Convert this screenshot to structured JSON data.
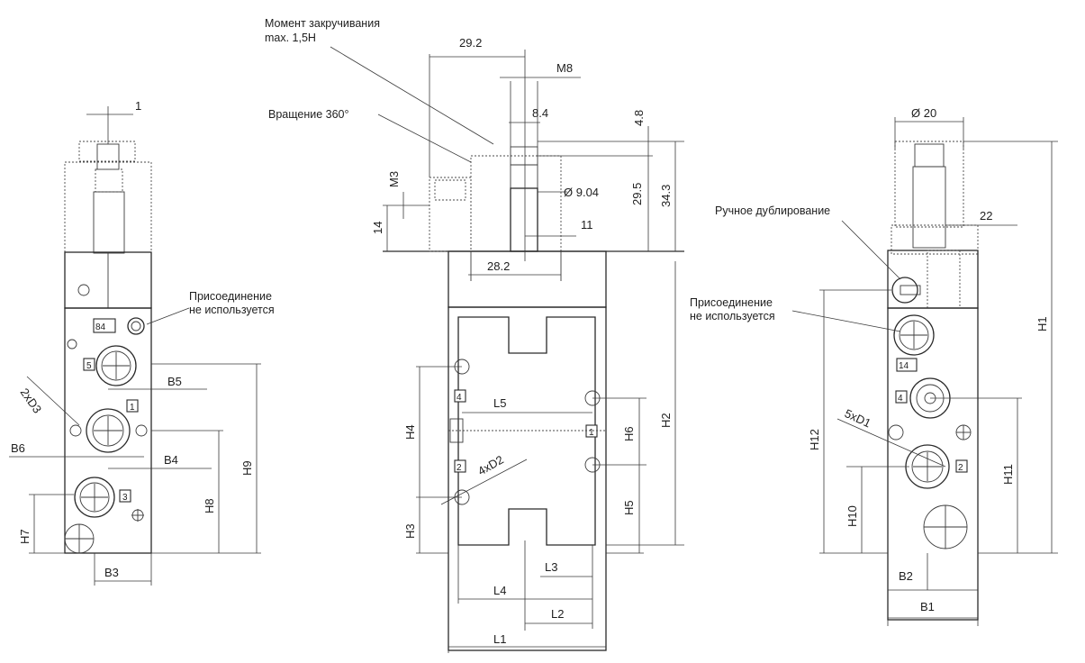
{
  "annotations": {
    "torque_line1": "Момент закручивания",
    "torque_line2": "max. 1,5Н",
    "rotation": "Вращение 360°",
    "manual_override": "Ручное дублирование",
    "port_unused_left_1": "Присоединение",
    "port_unused_left_2": "не используется",
    "port_unused_right_1": "Присоединение",
    "port_unused_right_2": "не используется"
  },
  "dimensions": {
    "d29_2": "29.2",
    "m8": "M8",
    "d8_4": "8.4",
    "d4_8": "4.8",
    "m3": "M3",
    "phi9_04": "Ø 9.04",
    "d29_5": "29.5",
    "d34_3": "34.3",
    "d14": "14",
    "d11": "11",
    "d28_2": "28.2",
    "one": "1",
    "phi20": "Ø 20",
    "d22": "22"
  },
  "labels": {
    "b5": "B5",
    "b6": "B6",
    "b4": "B4",
    "b3": "B3",
    "h7": "H7",
    "h8": "H8",
    "h9": "H9",
    "two_x_d3": "2xD3",
    "h4": "H4",
    "l5": "L5",
    "h6": "H6",
    "h2": "H2",
    "four_x_d2": "4xD2",
    "h5": "H5",
    "h3": "H3",
    "l3": "L3",
    "l4": "L4",
    "l2": "L2",
    "l1": "L1",
    "h1": "H1",
    "h12": "H12",
    "h11": "H11",
    "five_x_d1": "5xD1",
    "h10": "H10",
    "b2": "B2",
    "b1": "B1"
  },
  "ports": {
    "p84": "84",
    "p5": "5",
    "p1": "1",
    "p3": "3",
    "p4": "4",
    "p2": "2",
    "pm": "1",
    "p14": "14",
    "r4": "4",
    "r2": "2"
  }
}
